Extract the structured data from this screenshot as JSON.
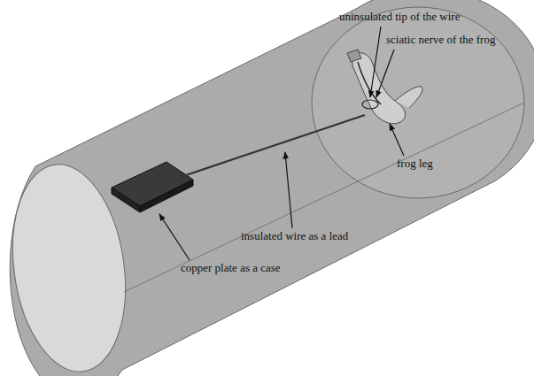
{
  "diagram": {
    "labels": [
      "uninsulated tip of the wire",
      "sciatic nerve of the frog",
      "frog leg",
      "insulated wire as a lead",
      "copper plate as a case"
    ]
  }
}
